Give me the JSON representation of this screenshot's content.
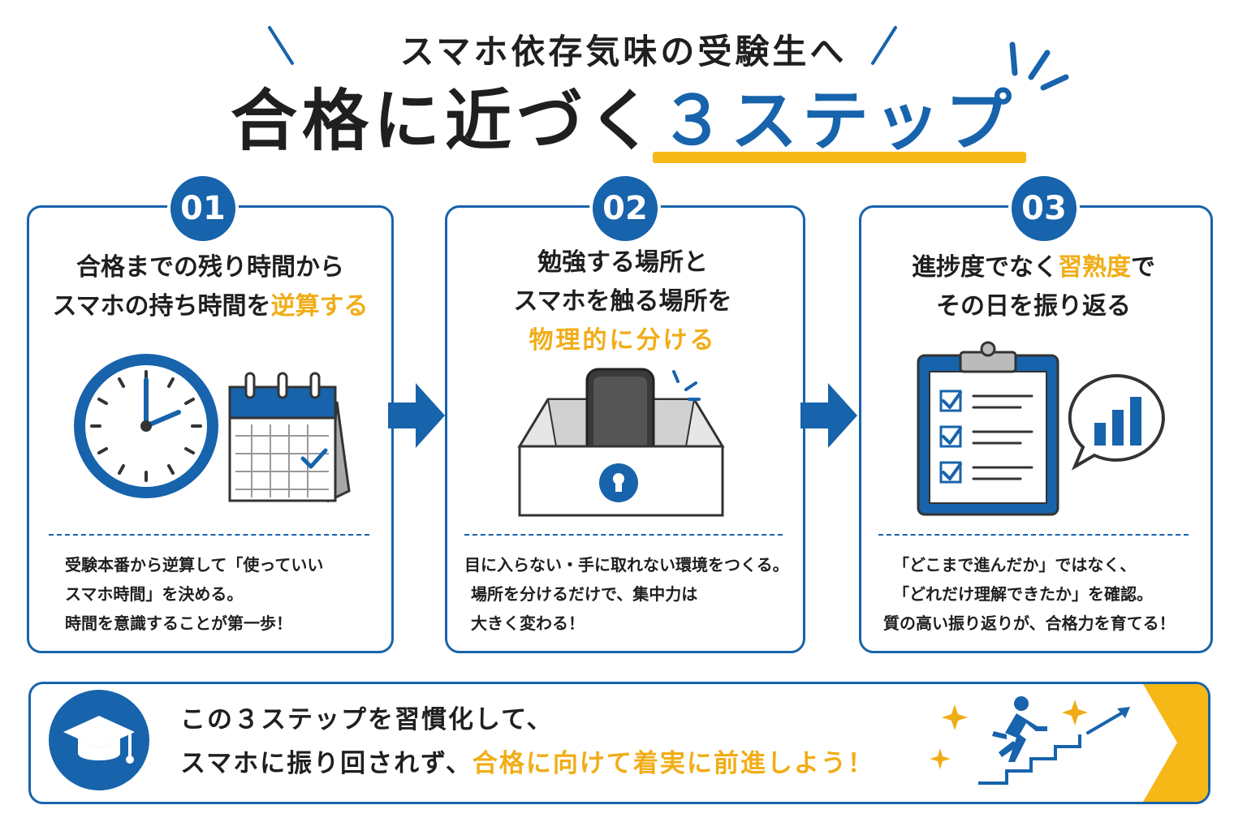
{
  "header": {
    "subtitle": "スマホ依存気味の受験生へ",
    "title_main": "合格に近づく",
    "title_accent": "３ステップ"
  },
  "steps": [
    {
      "number": "01",
      "heading_line1": "合格までの残り時間から",
      "heading_line2_pre": "スマホの持ち時間を",
      "heading_line2_hl": "逆算する",
      "desc_lines": [
        "受験本番から逆算して「使っていい",
        "スマホ時間」を決める。",
        "時間を意識することが第一歩！"
      ],
      "icons": [
        "clock-icon",
        "calendar-icon"
      ]
    },
    {
      "number": "02",
      "heading_line1": "勉強する場所と",
      "heading_line2": "スマホを触る場所を",
      "heading_line3_hl": "物理的に分ける",
      "desc_lines": [
        "目に入らない・手に取れない環境をつくる。",
        "場所を分けるだけで、集中力は",
        "大きく変わる！"
      ],
      "icons": [
        "phone-in-locked-box-icon"
      ]
    },
    {
      "number": "03",
      "heading_line1_pre": "進捗度でなく",
      "heading_line1_hl": "習熟度",
      "heading_line1_post": "で",
      "heading_line2": "その日を振り返る",
      "desc_lines": [
        "「どこまで進んだか」ではなく、",
        "「どれだけ理解できたか」を確認。",
        "質の高い振り返りが、合格力を育てる！"
      ],
      "icons": [
        "clipboard-checklist-icon",
        "chart-bubble-icon"
      ]
    }
  ],
  "banner": {
    "line1": "この３ステップを習慣化して、",
    "line2_pre": "スマホに振り回されず、",
    "line2_hl": "合格に向けて着実に前進しよう！",
    "icons": [
      "graduation-cap-icon",
      "runner-on-stairs-icon",
      "sparkle-icon"
    ]
  },
  "colors": {
    "blue": "#1763ac",
    "yellow": "#f1ad17",
    "text": "#1f1f1f"
  }
}
